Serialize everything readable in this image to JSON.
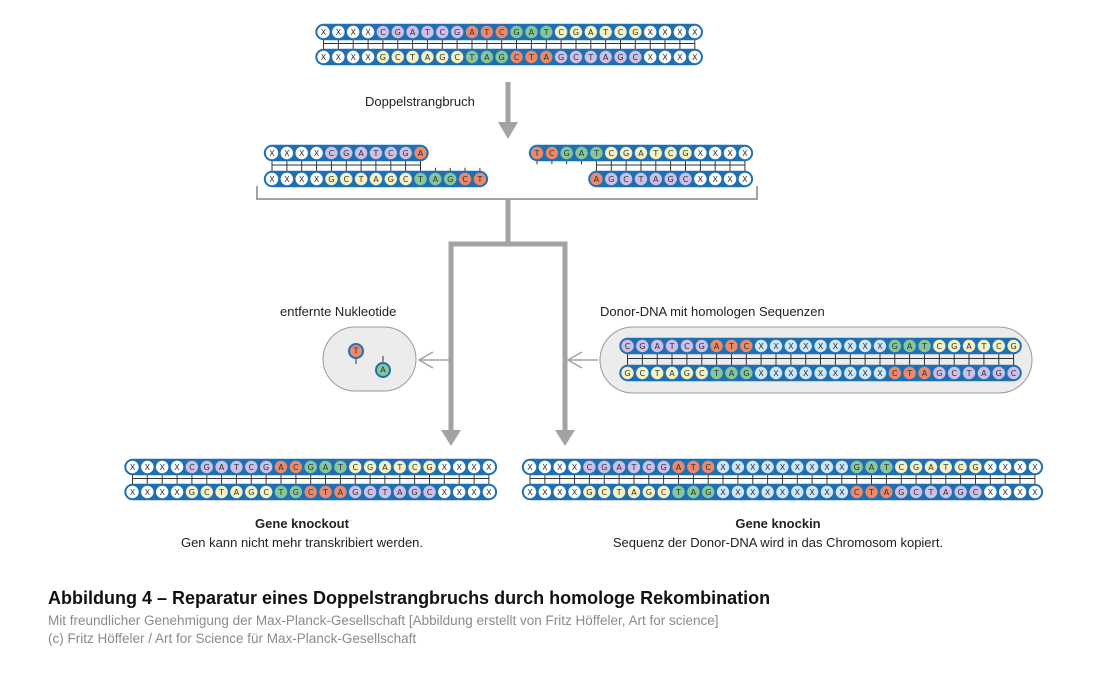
{
  "colors": {
    "backbone": "#1f6fb3",
    "backbone_dark": "#144f86",
    "arrow": "#a3a3a3",
    "bubble_fill": "#ececec",
    "X": "#ffffff",
    "Xd": "#cfe6f7",
    "P": "#cdbfe6",
    "O": "#e98a6d",
    "G": "#86c79a",
    "Y": "#f5f1c4"
  },
  "labels": {
    "double_strand_break": "Doppelstrangbruch",
    "removed_nucleotides": "entfernte Nukleotide",
    "donor_dna": "Donor-DNA mit homologen Sequenzen",
    "knockout_title": "Gene knockout",
    "knockout_desc": "Gen kann nicht mehr transkribiert werden.",
    "knockin_title": "Gene knockin",
    "knockin_desc": "Sequenz der Donor-DNA wird in das Chromosom kopiert."
  },
  "removed": [
    {
      "base": "T",
      "color": "O"
    },
    {
      "base": "A",
      "color": "G"
    }
  ],
  "strands": {
    "original": {
      "top": [
        "X:X",
        "X:X",
        "X:X",
        "X:X",
        "C:P",
        "G:P",
        "A:P",
        "T:P",
        "C:P",
        "G:P",
        "A:O",
        "T:O",
        "C:O",
        "G:G",
        "A:G",
        "T:G",
        "C:Y",
        "G:Y",
        "A:Y",
        "T:Y",
        "C:Y",
        "G:Y",
        "X:X",
        "X:X",
        "X:X",
        "X:X"
      ],
      "bottom": [
        "X:X",
        "X:X",
        "X:X",
        "X:X",
        "G:Y",
        "C:Y",
        "T:Y",
        "A:Y",
        "G:Y",
        "C:Y",
        "T:G",
        "A:G",
        "G:G",
        "C:O",
        "T:O",
        "A:O",
        "G:P",
        "C:P",
        "T:P",
        "A:P",
        "G:P",
        "C:P",
        "X:X",
        "X:X",
        "X:X",
        "X:X"
      ]
    },
    "broken_left": {
      "top": [
        "X:X",
        "X:X",
        "X:X",
        "X:X",
        "C:P",
        "G:P",
        "A:P",
        "T:P",
        "C:P",
        "G:P",
        "A:O"
      ],
      "bottom": [
        "X:X",
        "X:X",
        "X:X",
        "X:X",
        "G:Y",
        "C:Y",
        "T:Y",
        "A:Y",
        "G:Y",
        "C:Y",
        "T:G",
        "A:G",
        "G:G",
        "C:O",
        "T:O"
      ]
    },
    "broken_right": {
      "top": [
        "T:O",
        "C:O",
        "G:G",
        "A:G",
        "T:G",
        "C:Y",
        "G:Y",
        "A:Y",
        "T:Y",
        "C:Y",
        "G:Y",
        "X:X",
        "X:X",
        "X:X",
        "X:X"
      ],
      "bottom": [
        "A:O",
        "G:P",
        "C:P",
        "T:P",
        "A:P",
        "G:P",
        "C:P",
        "X:X",
        "X:X",
        "X:X",
        "X:X"
      ]
    },
    "donor": {
      "top": [
        "C:P",
        "G:P",
        "A:P",
        "T:P",
        "C:P",
        "G:P",
        "A:O",
        "T:O",
        "C:O",
        "X:Xd",
        "X:Xd",
        "X:Xd",
        "X:Xd",
        "X:Xd",
        "X:Xd",
        "X:Xd",
        "X:Xd",
        "X:Xd",
        "G:G",
        "A:G",
        "T:G",
        "C:Y",
        "G:Y",
        "A:Y",
        "T:Y",
        "C:Y",
        "G:Y"
      ],
      "bottom": [
        "G:Y",
        "C:Y",
        "T:Y",
        "A:Y",
        "G:Y",
        "C:Y",
        "T:G",
        "A:G",
        "G:G",
        "X:Xd",
        "X:Xd",
        "X:Xd",
        "X:Xd",
        "X:Xd",
        "X:Xd",
        "X:Xd",
        "X:Xd",
        "X:Xd",
        "C:O",
        "T:O",
        "A:O",
        "G:P",
        "C:P",
        "T:P",
        "A:P",
        "G:P",
        "C:P"
      ]
    },
    "knockout": {
      "top": [
        "X:X",
        "X:X",
        "X:X",
        "X:X",
        "C:P",
        "G:P",
        "A:P",
        "T:P",
        "C:P",
        "G:P",
        "A:O",
        "C:O",
        "G:G",
        "A:G",
        "T:G",
        "C:Y",
        "G:Y",
        "A:Y",
        "T:Y",
        "C:Y",
        "G:Y",
        "X:X",
        "X:X",
        "X:X",
        "X:X"
      ],
      "bottom": [
        "X:X",
        "X:X",
        "X:X",
        "X:X",
        "G:Y",
        "C:Y",
        "T:Y",
        "A:Y",
        "G:Y",
        "C:Y",
        "T:G",
        "G:G",
        "C:O",
        "T:O",
        "A:O",
        "G:P",
        "C:P",
        "T:P",
        "A:P",
        "G:P",
        "C:P",
        "X:X",
        "X:X",
        "X:X",
        "X:X"
      ]
    },
    "knockin": {
      "top": [
        "X:X",
        "X:X",
        "X:X",
        "X:X",
        "C:P",
        "G:P",
        "A:P",
        "T:P",
        "C:P",
        "G:P",
        "A:O",
        "T:O",
        "C:O",
        "X:Xd",
        "X:Xd",
        "X:Xd",
        "X:Xd",
        "X:Xd",
        "X:Xd",
        "X:Xd",
        "X:Xd",
        "X:Xd",
        "G:G",
        "A:G",
        "T:G",
        "C:Y",
        "G:Y",
        "A:Y",
        "T:Y",
        "C:Y",
        "G:Y",
        "X:X",
        "X:X",
        "X:X",
        "X:X"
      ],
      "bottom": [
        "X:X",
        "X:X",
        "X:X",
        "X:X",
        "G:Y",
        "C:Y",
        "T:Y",
        "A:Y",
        "G:Y",
        "C:Y",
        "T:G",
        "A:G",
        "G:G",
        "X:Xd",
        "X:Xd",
        "X:Xd",
        "X:Xd",
        "X:Xd",
        "X:Xd",
        "X:Xd",
        "X:Xd",
        "X:Xd",
        "C:O",
        "T:O",
        "A:O",
        "G:P",
        "C:P",
        "T:P",
        "A:P",
        "G:P",
        "C:P",
        "X:X",
        "X:X",
        "X:X",
        "X:X"
      ]
    }
  },
  "caption": {
    "title": "Abbildung 4 – Reparatur eines Doppelstrangbruchs durch homologe Rekombination",
    "credit": "Mit freundlicher Genehmigung der Max-Planck-Gesellschaft [Abbildung erstellt von Fritz Höffeler, Art for science]",
    "copyright": "(c) Fritz Höffeler / Art for Science für Max-Planck-Gesellschaft"
  }
}
